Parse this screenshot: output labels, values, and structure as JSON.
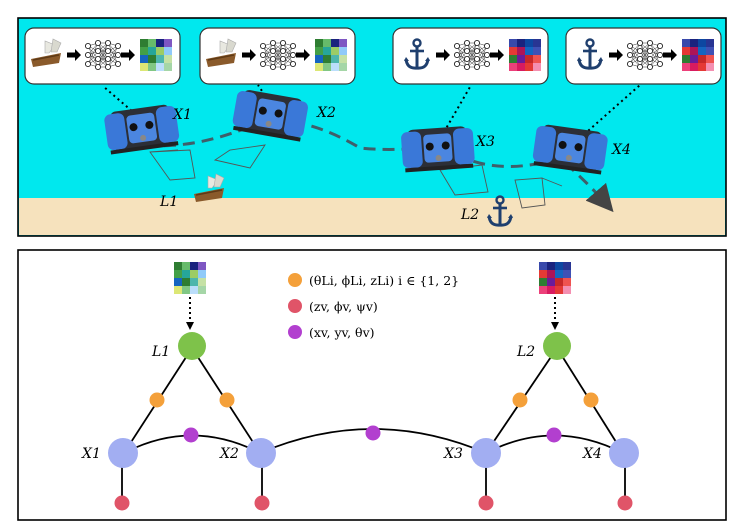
{
  "top_panel": {
    "robot_labels": [
      "X1",
      "X2",
      "X3",
      "X4"
    ],
    "landmark_labels": [
      "L1",
      "L2"
    ],
    "pipeline_boxes": [
      {
        "input_icon": "shipwreck-icon",
        "network_icon": "neural-network-icon",
        "output_icon": "feature-grid-icon"
      },
      {
        "input_icon": "shipwreck-icon",
        "network_icon": "neural-network-icon",
        "output_icon": "feature-grid-icon"
      },
      {
        "input_icon": "anchor-icon",
        "network_icon": "neural-network-icon",
        "output_icon": "feature-grid-icon"
      },
      {
        "input_icon": "anchor-icon",
        "network_icon": "neural-network-icon",
        "output_icon": "feature-grid-icon"
      }
    ],
    "colors": {
      "water": "#00e8ee",
      "seabed": "#f6e2bd",
      "robot": "#3a78d8",
      "trajectory": "#3f5f6a"
    }
  },
  "bottom_panel": {
    "legend": [
      {
        "text": "(θLi, ϕLi, zLi) i ∈ {1, 2}",
        "color": "#f4a03a"
      },
      {
        "text": "(zv, ϕv, ψv)",
        "color": "#e05468"
      },
      {
        "text": "(xv, yv, θv)",
        "color": "#b23fcf"
      }
    ],
    "pose_nodes": [
      "X1",
      "X2",
      "X3",
      "X4"
    ],
    "landmark_nodes": [
      "L1",
      "L2"
    ],
    "colors": {
      "pose": "#a2aef2",
      "landmark": "#7ec24a",
      "landmark_factor": "#f4a03a",
      "depth_factor": "#e05468",
      "odometry_factor": "#b23fcf"
    }
  }
}
